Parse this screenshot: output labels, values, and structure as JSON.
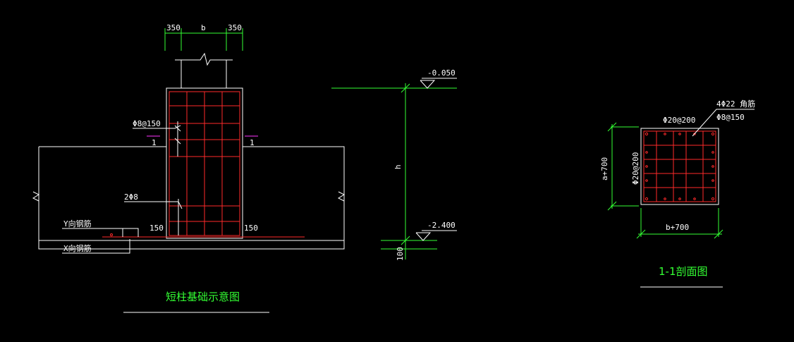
{
  "colors": {
    "background": "#000000",
    "lines": "#ffffff",
    "rebar": "#ff2a2a",
    "dimension": "#33ff33",
    "section_mark": "#ff33ff"
  },
  "elevation": {
    "dim_left": "350",
    "dim_mid": "b",
    "dim_right": "350",
    "stirrup_label": "Φ8@150",
    "section_mark_left": "1",
    "section_mark_right": "1",
    "bar_label": "2Φ8",
    "y_rebar": "Y向钢筋",
    "x_rebar": "X向钢筋",
    "cover_left": "150",
    "cover_right": "150",
    "title": "短柱基础示意图"
  },
  "level": {
    "top_elev": "-0.050",
    "bottom_elev": "-2.400",
    "h_label": "h",
    "bottom_dim": "100"
  },
  "section": {
    "corner_bars": "4Φ22 角筋",
    "stirrup": "Φ8@150",
    "top_bars": "Φ20@200",
    "side_bars": "Φ20@200",
    "height_dim": "a+700",
    "width_dim": "b+700",
    "title": "1-1剖面图"
  }
}
